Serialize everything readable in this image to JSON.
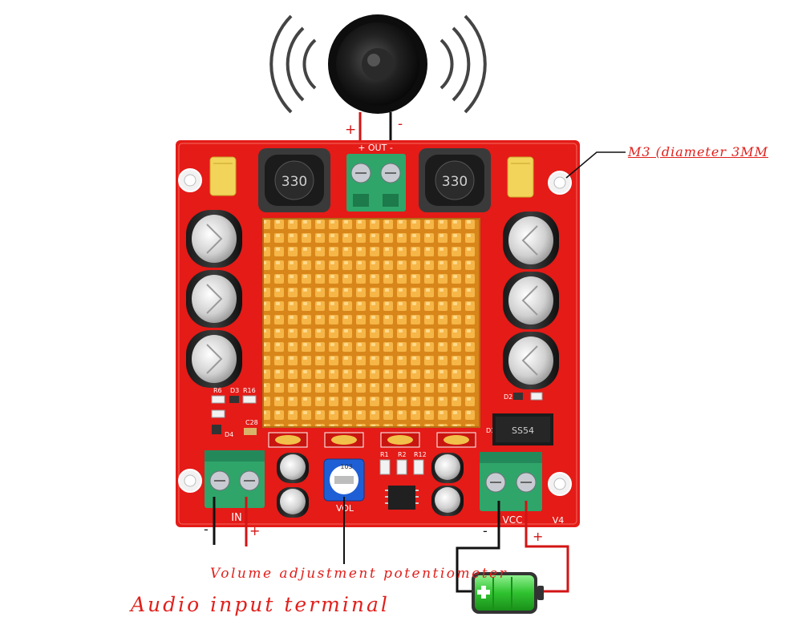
{
  "labels": {
    "mount_hole": "M3 (diameter 3MM",
    "volume_pot": "Volume adjustment potentiometer",
    "audio_input": "Audio input terminal"
  },
  "board": {
    "out_label": "+ OUT -",
    "in_label": "IN",
    "vcc_label": "VCC",
    "version": "V4",
    "vol_label": "VOL",
    "inductor_code": "330",
    "diode_code": "SS54",
    "pot_code": "103",
    "ref_r6": "R6",
    "ref_d3": "D3",
    "ref_r16": "R16",
    "ref_c28": "C28",
    "ref_d4": "D4",
    "ref_r1": "R1",
    "ref_r2": "R2",
    "ref_r12": "R12",
    "ref_d2": "D2",
    "ref_d1": "D1"
  },
  "polarity": {
    "speaker_plus": "+",
    "speaker_minus": "-",
    "in_minus": "-",
    "in_plus": "+",
    "vcc_minus": "-",
    "vcc_plus": "+"
  },
  "colors": {
    "pcb": "#e41b17",
    "heatsink": "#f0a22a",
    "terminal": "#2fa56a",
    "wire_red": "#d21414",
    "wire_black": "#111111",
    "callout": "#e0201c",
    "battery": "#3ccf3c"
  },
  "icons": [
    "speaker-icon",
    "battery-icon",
    "mount-hole-icon",
    "heatsink-icon",
    "inductor-icon",
    "capacitor-icon",
    "potentiometer-icon",
    "screw-terminal-icon",
    "chip-icon"
  ]
}
